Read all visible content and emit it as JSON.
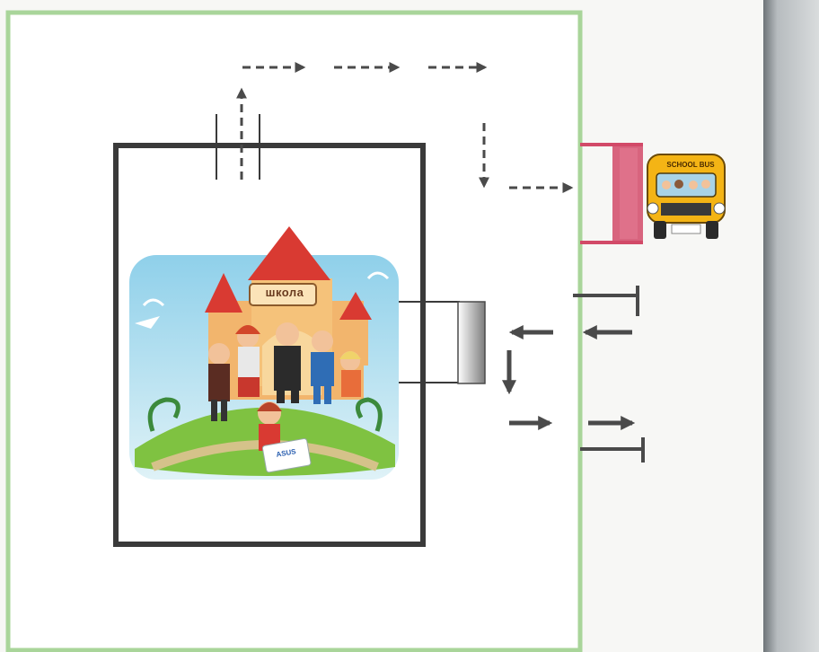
{
  "illustration": {
    "school_sign": "школа",
    "bus_sign": "SCHOOL BUS",
    "card_sign": "ASUS"
  },
  "colors": {
    "fence": "#a9d59a",
    "building": "#3a3a3a",
    "gate": "#d24a68",
    "arrow": "#4a4a4a",
    "road": "#a8adb0"
  },
  "icons": [
    "school-icon",
    "school-bus-icon",
    "gate-icon",
    "arrow-icon"
  ]
}
